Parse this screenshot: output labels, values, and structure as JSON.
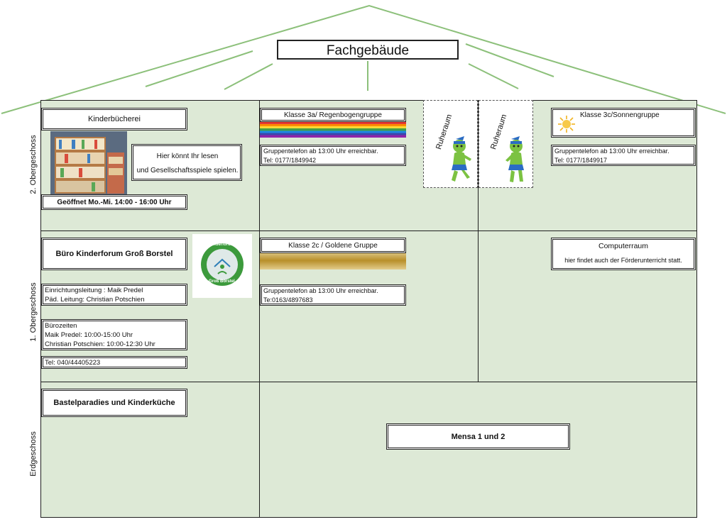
{
  "building": {
    "title": "Fachgebäude",
    "roof_color": "#8cc07a",
    "room_fill": "#dde9d6"
  },
  "floors": {
    "second": "2. Obergeschoss",
    "first": "1. Obergeschoss",
    "ground": "Erdgeschoss"
  },
  "library": {
    "title": "Kinderbücherei",
    "info": [
      "Hier könnt Ihr lesen",
      "und Gesellschaftsspiele spielen."
    ],
    "hours": "Geöffnet Mo.-Mi. 14:00 - 16:00 Uhr"
  },
  "class3a": {
    "title": "Klasse 3a/ Regenbogengruppe",
    "phone_note": "Gruppentelefon ab 13:00 Uhr erreichbar.",
    "phone": "Tel: 0177/1849942"
  },
  "rest_rooms": [
    "Ruheraum",
    "Ruheraum"
  ],
  "class3c": {
    "title": "Klasse 3c/Sonnengruppe",
    "phone_note": "Gruppentelefon ab 13:00 Uhr erreichbar.",
    "phone": "Tel: 0177/1849917"
  },
  "office": {
    "title": "Büro Kinderforum Groß Borstel",
    "logo_text": [
      "Kinderforum",
      "Groß Borstel"
    ],
    "leaders": [
      "Einrichtungsleitung : Maik Predel",
      "Päd. Leitung: Christian Potschien"
    ],
    "hours": [
      "Bürozeiten",
      "Maik Predel: 10:00-15:00 Uhr",
      "Christian Potschien: 10:00-12:30 Uhr"
    ],
    "phone": "Tel: 040/44405223"
  },
  "class2c": {
    "title": "Klasse 2c / Goldene Gruppe",
    "phone_note": "Gruppentelefon ab 13:00 Uhr erreichbar.",
    "phone": "Te:0163/4897683"
  },
  "computer_room": {
    "title": "Computerraum",
    "note": "hier findet auch der Förderunterricht statt."
  },
  "craft": {
    "title": "Bastelparadies und Kinderküche"
  },
  "mensa": {
    "title": "Mensa 1 und 2"
  }
}
